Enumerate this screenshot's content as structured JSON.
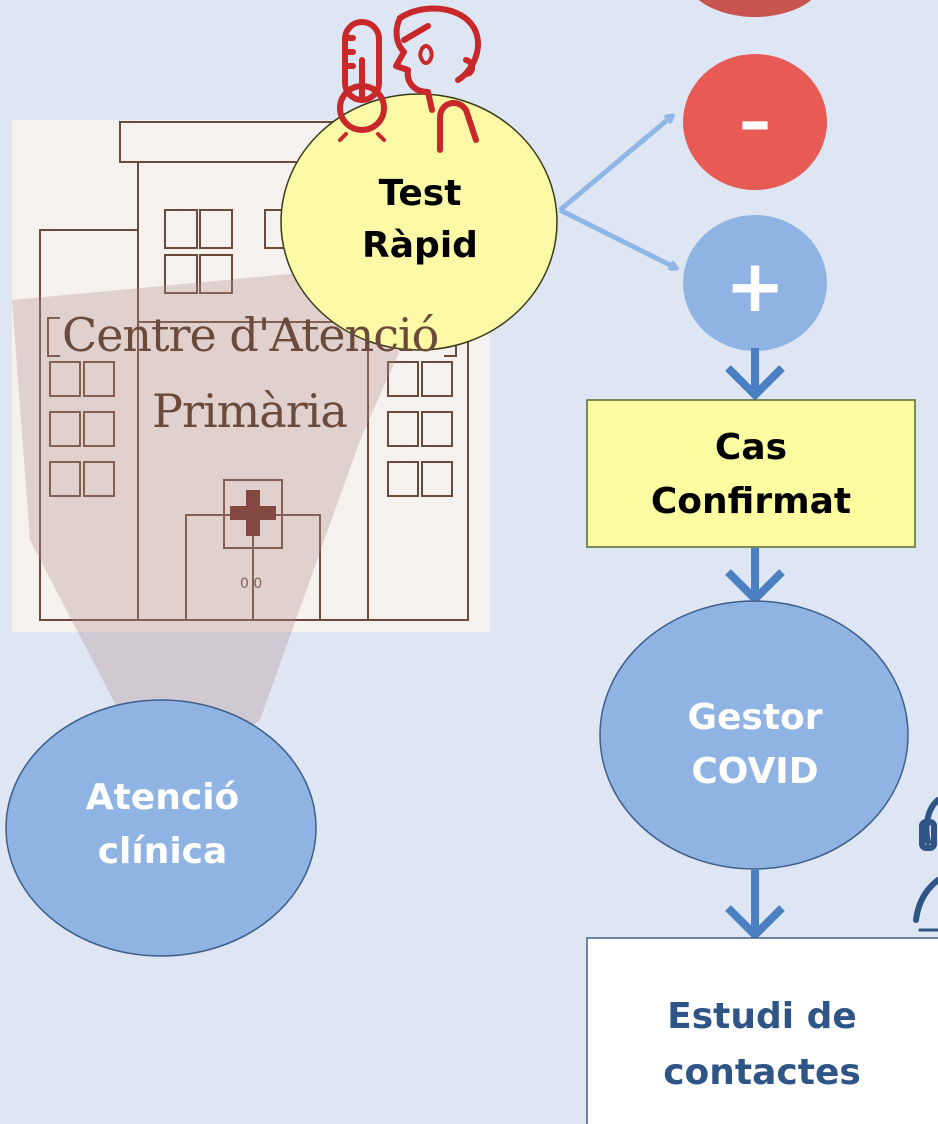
{
  "building": {
    "sign_line1": "Centre d'Atenció",
    "sign_line2": "Primària"
  },
  "nodes": {
    "test_rapid": "Test\nRàpid",
    "negative": "–",
    "positive": "+",
    "cas_confirmat": "Cas\nConfirmat",
    "gestor_covid": "Gestor\nCOVID",
    "estudi_contactes": "Estudi de\ncontactes",
    "atencio_clinica": "Atenció\nclínica"
  },
  "icons": [
    "thermometer-icon",
    "sick-person-icon",
    "health-worker-icon",
    "red-cross-icon"
  ],
  "colors": {
    "background": "#dde6f2",
    "node_blue": "#8fb3e2",
    "node_red": "#e85a54",
    "node_yellow_circle": "#fbf8a6",
    "node_yellow_box": "#fbfba0",
    "arrow_dark": "#4a7fc2",
    "arrow_light": "#8fb6e6",
    "text_dark_blue": "#2e5585",
    "icon_red": "#c8282a"
  }
}
